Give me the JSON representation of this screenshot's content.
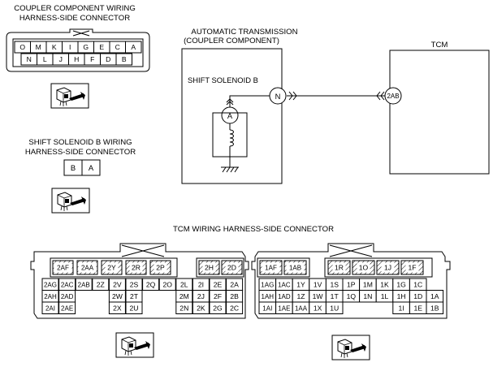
{
  "labels": {
    "coupler_connector": [
      "COUPLER COMPONENT WIRING",
      "HARNESS-SIDE CONNECTOR"
    ],
    "solenoid_connector": [
      "SHIFT SOLENOID B WIRING",
      "HARNESS-SIDE CONNECTOR"
    ],
    "automatic_transmission": [
      "AUTOMATIC TRANSMISSION",
      "(COUPLER COMPONENT)"
    ],
    "shift_solenoid_b": "SHIFT SOLENOID B",
    "tcm": "TCM",
    "tcm_connector": "TCM WIRING HARNESS-SIDE CONNECTOR"
  },
  "terminals": {
    "solenoid": "A",
    "coupler": "N",
    "tcm": "2AB"
  },
  "coupler_pins": {
    "row1": [
      "O",
      "M",
      "K",
      "I",
      "G",
      "E",
      "C",
      "A"
    ],
    "row2": [
      "N",
      "L",
      "J",
      "H",
      "F",
      "D",
      "B"
    ]
  },
  "solenoid_pins": [
    "B",
    "A"
  ],
  "tcm_left_pins": {
    "row1": [
      "2AF",
      "2AA",
      "2Y",
      "2R",
      "2P",
      "",
      "2H",
      "2D"
    ],
    "row2": [
      "2AG",
      "2AC",
      "2AB",
      "2Z",
      "2V",
      "2S",
      "2Q",
      "2O",
      "2L",
      "2I",
      "2E",
      "2A"
    ],
    "row3": [
      "2AH",
      "2AD",
      "",
      "",
      "2W",
      "2T",
      "",
      "",
      "2M",
      "2J",
      "2F",
      "2B"
    ],
    "row4": [
      "2AI",
      "2AE",
      "",
      "",
      "2X",
      "2U",
      "",
      "",
      "2N",
      "2K",
      "2G",
      "2C"
    ]
  },
  "tcm_right_pins": {
    "row1": [
      "1AF",
      "1AB",
      "",
      "1R",
      "1O",
      "1J",
      "1F"
    ],
    "row2": [
      "1AG",
      "1AC",
      "1Y",
      "1V",
      "1S",
      "1P",
      "1M",
      "1K",
      "1G",
      "1C",
      ""
    ],
    "row3": [
      "1AH",
      "1AD",
      "1Z",
      "1W",
      "1T",
      "1Q",
      "1N",
      "1L",
      "1H",
      "1D",
      "1A"
    ],
    "row4": [
      "1AI",
      "1AE",
      "1AA",
      "1X",
      "1U",
      "",
      "",
      "",
      "1I",
      "1E",
      "1B"
    ]
  }
}
